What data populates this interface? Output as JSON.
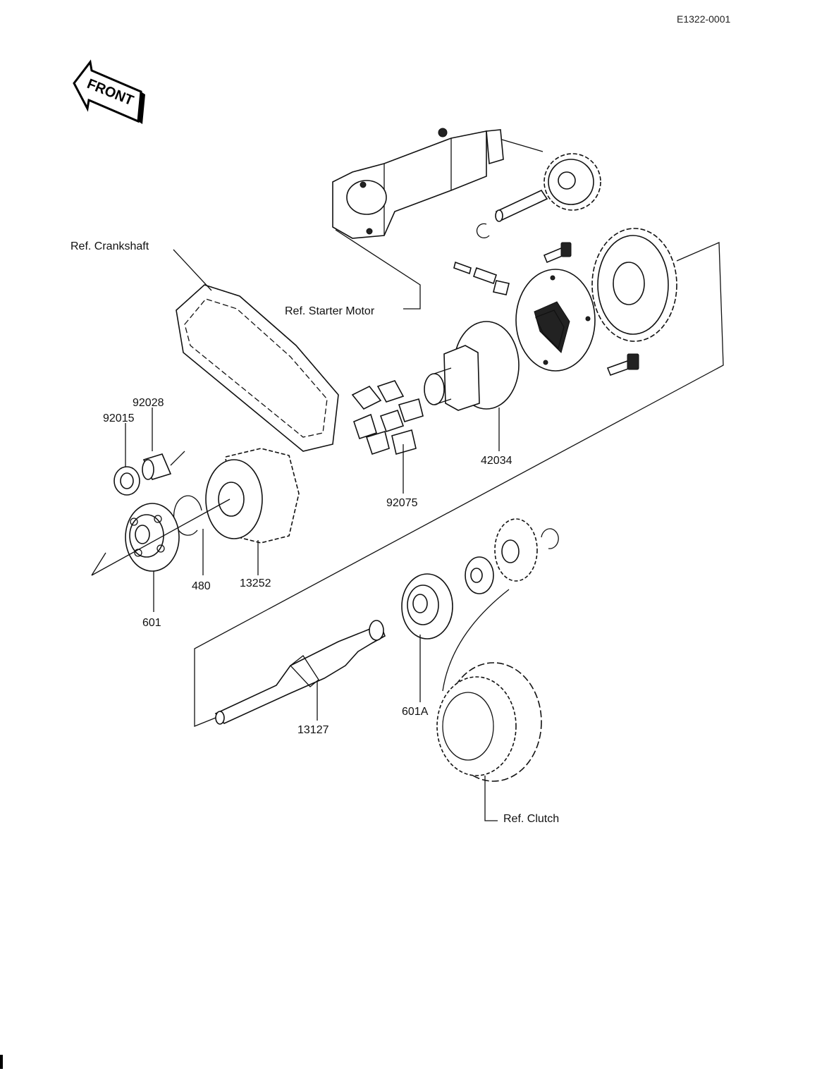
{
  "diagram_code": "E1322-0001",
  "front_arrow": {
    "label": "FRONT",
    "icon": "front-arrow-icon"
  },
  "reference_labels": {
    "crankshaft": "Ref. Crankshaft",
    "starter_motor": "Ref. Starter Motor",
    "clutch": "Ref. Clutch"
  },
  "part_numbers": {
    "p92028": "92028",
    "p92015": "92015",
    "p480": "480",
    "p13252": "13252",
    "p601": "601",
    "p42034": "42034",
    "p92075": "92075",
    "p601A": "601A",
    "p13127": "13127"
  }
}
